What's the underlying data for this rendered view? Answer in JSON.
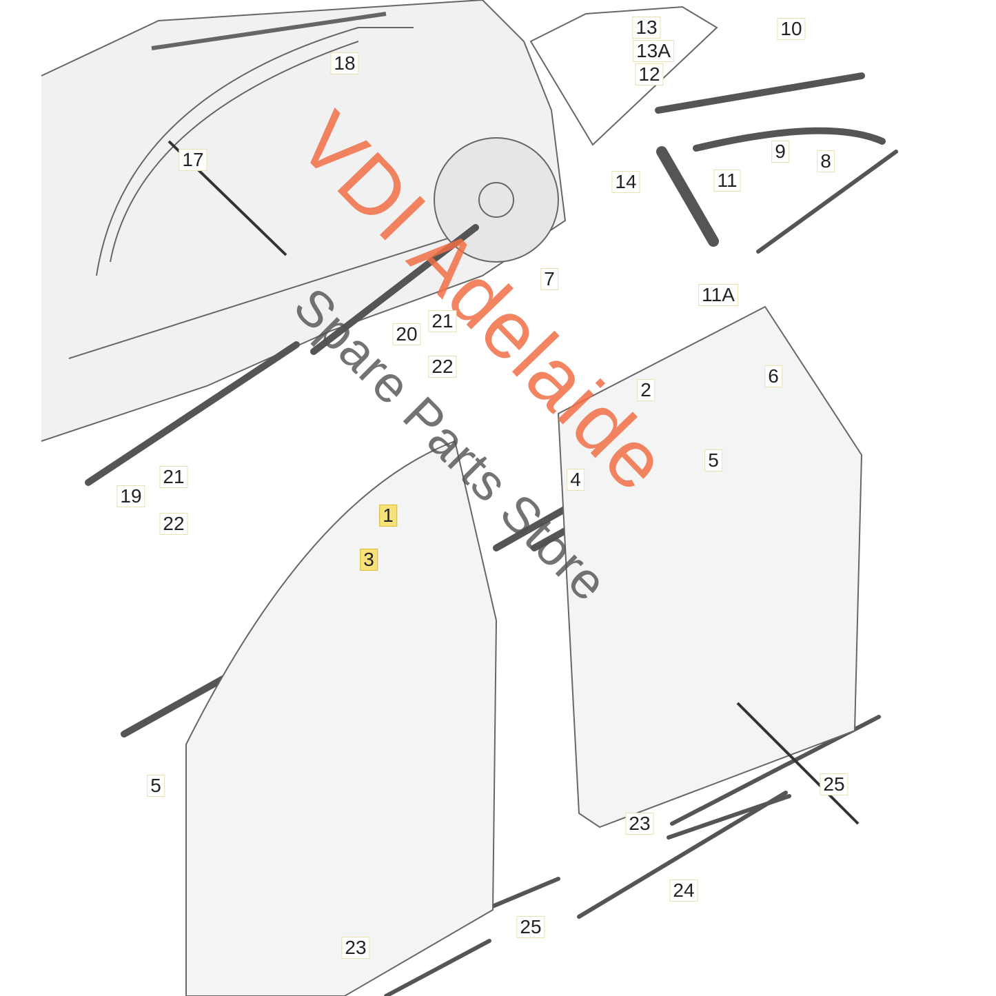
{
  "callouts": [
    {
      "id": "c13",
      "label": "13"
    },
    {
      "id": "c13a",
      "label": "13A"
    },
    {
      "id": "c12",
      "label": "12"
    },
    {
      "id": "c10",
      "label": "10"
    },
    {
      "id": "c18",
      "label": "18"
    },
    {
      "id": "c17",
      "label": "17"
    },
    {
      "id": "c14",
      "label": "14"
    },
    {
      "id": "c11",
      "label": "11"
    },
    {
      "id": "c9",
      "label": "9"
    },
    {
      "id": "c8",
      "label": "8"
    },
    {
      "id": "c7",
      "label": "7"
    },
    {
      "id": "c11a",
      "label": "11A"
    },
    {
      "id": "c21a",
      "label": "21"
    },
    {
      "id": "c20",
      "label": "20"
    },
    {
      "id": "c22a",
      "label": "22"
    },
    {
      "id": "c6",
      "label": "6"
    },
    {
      "id": "c2",
      "label": "2"
    },
    {
      "id": "c4",
      "label": "4"
    },
    {
      "id": "c5a",
      "label": "5"
    },
    {
      "id": "c21b",
      "label": "21"
    },
    {
      "id": "c19",
      "label": "19"
    },
    {
      "id": "c22b",
      "label": "22"
    },
    {
      "id": "c1",
      "label": "1"
    },
    {
      "id": "c3",
      "label": "3"
    },
    {
      "id": "c5b",
      "label": "5"
    },
    {
      "id": "c25a",
      "label": "25"
    },
    {
      "id": "c23a",
      "label": "23"
    },
    {
      "id": "c24",
      "label": "24"
    },
    {
      "id": "c25b",
      "label": "25"
    },
    {
      "id": "c23b",
      "label": "23"
    }
  ],
  "watermark": {
    "brand": "VDI Adelaide",
    "tagline": "Spare Parts Store"
  },
  "colors": {
    "highlight": "#f7e27a",
    "watermark_brand": "#f06e46",
    "watermark_tagline": "#505050"
  }
}
